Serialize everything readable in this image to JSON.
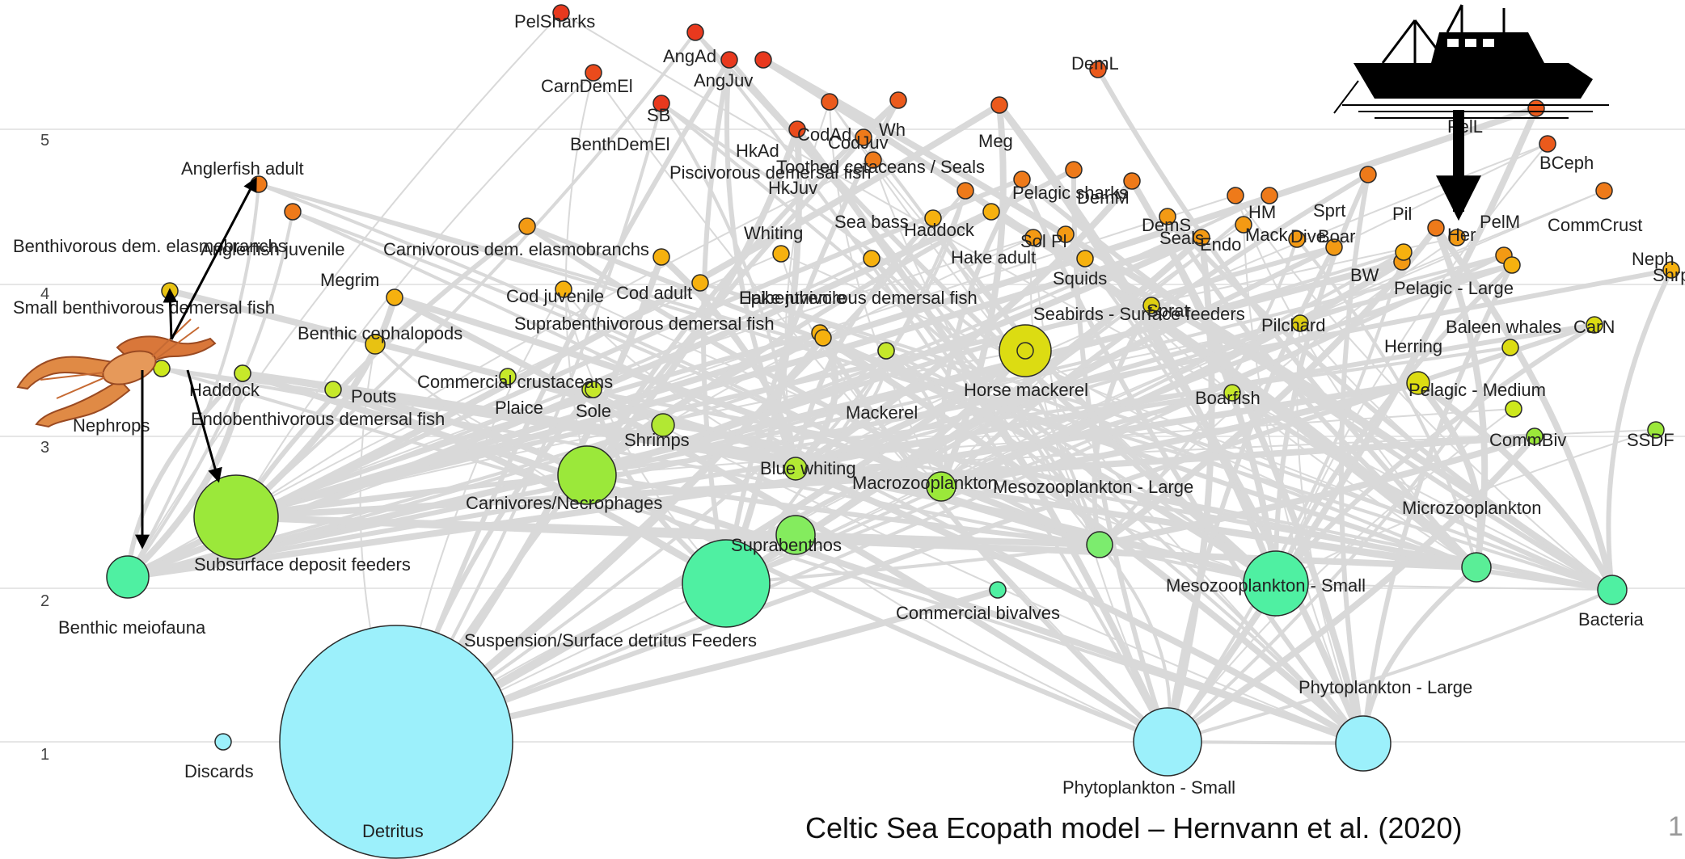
{
  "caption": "Celtic Sea Ecopath model – Hernvann et al. (2020)",
  "page_number": "1",
  "axis": {
    "ticks": [
      "5",
      "4",
      "3",
      "2",
      "1"
    ]
  },
  "colors": {
    "link": "#d9d9d9",
    "level_5": "#e8391e",
    "level_4_5": "#ee7a1a",
    "level_4": "#f6b10f",
    "level_3_5": "#d7de13",
    "level_3": "#9be83a",
    "level_2": "#4ff0a2",
    "level_1": "#9cf0fb",
    "arrow": "#000000"
  },
  "icons": [
    "nephrops-crayfish-icon",
    "fishing-vessel-icon"
  ],
  "nodes": [
    {
      "label": "PelSharks",
      "color": "#e8391e"
    },
    {
      "label": "AngAd",
      "color": "#e8391e"
    },
    {
      "label": "AngJuv",
      "color": "#e8391e"
    },
    {
      "label": "CarnDemEl",
      "color": "#e8391e"
    },
    {
      "label": "SB",
      "color": "#ea4b1c"
    },
    {
      "label": "DemL",
      "color": "#e8391e"
    },
    {
      "label": "BenthDemEl",
      "color": "#eb5a1c"
    },
    {
      "label": "HkAd",
      "color": "#ea4b1c"
    },
    {
      "label": "CodAd",
      "color": "#eb5a1c"
    },
    {
      "label": "CodJuv",
      "color": "#ee7a1a"
    },
    {
      "label": "Wh",
      "color": "#eb5a1c"
    },
    {
      "label": "Meg",
      "color": "#eb5a1c"
    },
    {
      "label": "Toothed cetaceans / Seals",
      "color": "#ee7a1a"
    },
    {
      "label": "Piscivorous demersal fish",
      "color": "#ee7a1a"
    },
    {
      "label": "HkJuv",
      "color": "#ee7a1a"
    },
    {
      "label": "PelL",
      "color": "#eb5a1c"
    },
    {
      "label": "BCeph",
      "color": "#eb5a1c"
    },
    {
      "label": "Anglerfish adult",
      "color": "#ee7a1a"
    },
    {
      "label": "Pelagic sharks",
      "color": "#ee7a1a"
    },
    {
      "label": "DemM",
      "color": "#ee7a1a"
    },
    {
      "label": "HM",
      "color": "#ee7a1a"
    },
    {
      "label": "Sprt",
      "color": "#ee7a1a"
    },
    {
      "label": "Pil",
      "color": "#ee7a1a"
    },
    {
      "label": "PelM",
      "color": "#ee7a1a"
    },
    {
      "label": "CommCrust",
      "color": "#ee7a1a"
    },
    {
      "label": "Benthivorous dem. elasmobranchs",
      "color": "#ee7a1a"
    },
    {
      "label": "Anglerfish juvenile",
      "color": "#f39a14"
    },
    {
      "label": "Carnivorous dem. elasmobranchs",
      "color": "#f6b10f"
    },
    {
      "label": "Whiting",
      "color": "#f6b10f"
    },
    {
      "label": "Sea bass",
      "color": "#f6b10f"
    },
    {
      "label": "Haddock",
      "color": "#f6b10f"
    },
    {
      "label": "Hake adult",
      "color": "#f6b10f"
    },
    {
      "label": "Sol",
      "color": "#f39a14"
    },
    {
      "label": "Pl",
      "color": "#f39a14"
    },
    {
      "label": "DemS",
      "color": "#f39a14"
    },
    {
      "label": "Seals",
      "color": "#f39a14"
    },
    {
      "label": "Endo",
      "color": "#f39a14"
    },
    {
      "label": "Mack",
      "color": "#f39a14"
    },
    {
      "label": "Dive",
      "color": "#f39a14"
    },
    {
      "label": "Boar",
      "color": "#f39a14"
    },
    {
      "label": "Her",
      "color": "#f39a14"
    },
    {
      "label": "Neph",
      "color": "#f39a14"
    },
    {
      "label": "Shrp",
      "color": "#f6b10f"
    },
    {
      "label": "Megrim",
      "color": "#f6b10f"
    },
    {
      "label": "Cod juvenile",
      "color": "#f6b10f"
    },
    {
      "label": "Cod adult",
      "color": "#f6b10f"
    },
    {
      "label": "Epibenthivorous demersal fish",
      "color": "#f6b10f"
    },
    {
      "label": "Hake juvenile",
      "color": "#f6b10f"
    },
    {
      "label": "Squids",
      "color": "#f6b10f"
    },
    {
      "label": "BW",
      "color": "#f6b10f"
    },
    {
      "label": "Pelagic - Large",
      "color": "#f6b10f"
    },
    {
      "label": "Small benthivorous demersal fish",
      "color": "#e8c212"
    },
    {
      "label": "Benthic cephalopods",
      "color": "#e8c212"
    },
    {
      "label": "Suprabenthivorous demersal fish",
      "color": "#dfcf12"
    },
    {
      "label": "Sprat",
      "color": "#dfcf12"
    },
    {
      "label": "Seabirds - Surface feeders",
      "color": "#dcdc12"
    },
    {
      "label": "Pilchard",
      "color": "#dfcf12"
    },
    {
      "label": "Baleen whales",
      "color": "#dcdc12"
    },
    {
      "label": "CarN",
      "color": "#dcdc12"
    },
    {
      "label": "Herring",
      "color": "#dcdc12"
    },
    {
      "label": "Pelagic - Medium",
      "color": "#cde81c"
    },
    {
      "label": "Nephrops",
      "color": "#cde81c"
    },
    {
      "label": "Haddock",
      "color": "#c6e82a"
    },
    {
      "label": "Pouts",
      "color": "#c6e82a"
    },
    {
      "label": "Commercial crustaceans",
      "color": "#c6e82a"
    },
    {
      "label": "Plaice",
      "color": "#c6e82a"
    },
    {
      "label": "Sole",
      "color": "#c6e82a"
    },
    {
      "label": "Endobenthivorous demersal fish",
      "color": "#c6e82a"
    },
    {
      "label": "Horse mackerel",
      "color": "#dcdc12"
    },
    {
      "label": "Mackerel",
      "color": "#c6e82a"
    },
    {
      "label": "Boarfish",
      "color": "#c6e82a"
    },
    {
      "label": "CommBiv",
      "color": "#9be83a"
    },
    {
      "label": "SSDF",
      "color": "#9be83a"
    },
    {
      "label": "Shrimps",
      "color": "#b2e833"
    },
    {
      "label": "Carnivores/Necrophages",
      "color": "#9be83a"
    },
    {
      "label": "Blue whiting",
      "color": "#b2e833"
    },
    {
      "label": "Macrozooplankton",
      "color": "#9be83a"
    },
    {
      "label": "Mesozooplankton - Large",
      "color": "#7cec6e"
    },
    {
      "label": "Microzooplankton",
      "color": "#5aee97"
    },
    {
      "label": "Subsurface deposit feeders",
      "color": "#9be83a"
    },
    {
      "label": "Suprabenthos",
      "color": "#84ec5e"
    },
    {
      "label": "Benthic meiofauna",
      "color": "#4ff0a2"
    },
    {
      "label": "Suspension/Surface detritus Feeders",
      "color": "#4ff0a2"
    },
    {
      "label": "Commercial bivalves",
      "color": "#4ff0a2"
    },
    {
      "label": "Mesozooplankton - Small",
      "color": "#4ff0a2"
    },
    {
      "label": "Bacteria",
      "color": "#4ff0a2"
    },
    {
      "label": "Phytoplankton - Large",
      "color": "#9cf0fb"
    },
    {
      "label": "Discards",
      "color": "#9cf0fb"
    },
    {
      "label": "Detritus",
      "color": "#9cf0fb"
    },
    {
      "label": "Phytoplankton - Small",
      "color": "#9cf0fb"
    }
  ]
}
